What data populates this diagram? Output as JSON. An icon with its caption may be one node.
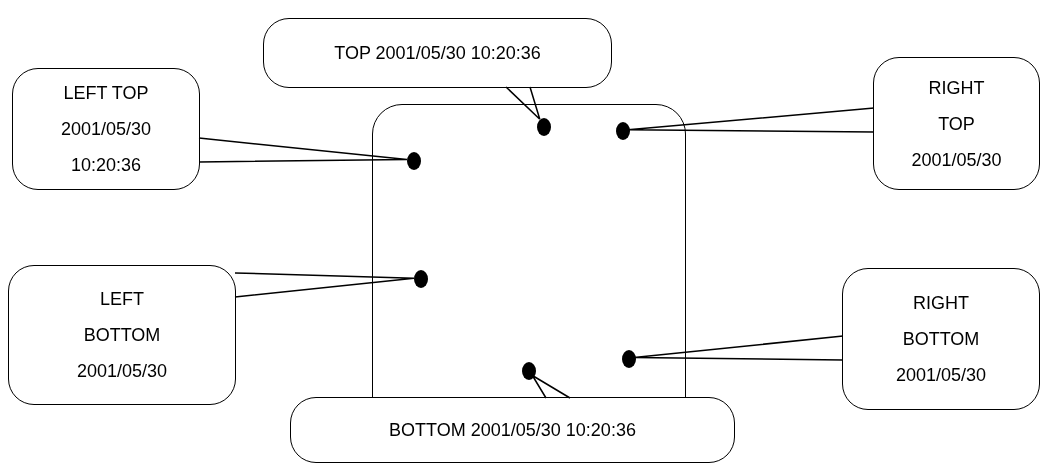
{
  "diagram": {
    "nodes": [
      {
        "text": [],
        "shape": "box"
      },
      {
        "text": [],
        "shape": "circle",
        "in": 0
      },
      {
        "text": [],
        "shape": "circle",
        "in": 0
      },
      {
        "text": [],
        "shape": "circle",
        "in": 0
      },
      {
        "text": [],
        "shape": "circle",
        "in": 0
      },
      {
        "text": [],
        "shape": "circle",
        "in": 0
      },
      {
        "text": [],
        "shape": "circle",
        "in": 0
      },
      {
        "text": [
          "LEFT TOP 2001/05/30 10:20:36"
        ]
      },
      {
        "text": [
          "TOP 2001/05/30 10:20:36"
        ]
      },
      {
        "text": [
          "RIGHT TOP 2001/05/30"
        ]
      },
      {
        "text": [
          "LEFT BOTTOM 2001/05/30"
        ]
      },
      {
        "text": [
          "RIGHT BOTTOM 2001/05/30"
        ]
      },
      {
        "text": [
          "BOTTOM 2001/05/30 10:20:36"
        ]
      }
    ],
    "edges": [
      {
        "from": 7,
        "to": 1,
        "arrow": "none"
      },
      {
        "from": 8,
        "to": 2,
        "arrow": "none"
      },
      {
        "from": 9,
        "to": 3,
        "arrow": "none"
      },
      {
        "from": 10,
        "to": 4,
        "arrow": "none"
      },
      {
        "from": 11,
        "to": 6,
        "arrow": "none"
      },
      {
        "from": 12,
        "to": 5,
        "arrow": "none"
      }
    ]
  }
}
